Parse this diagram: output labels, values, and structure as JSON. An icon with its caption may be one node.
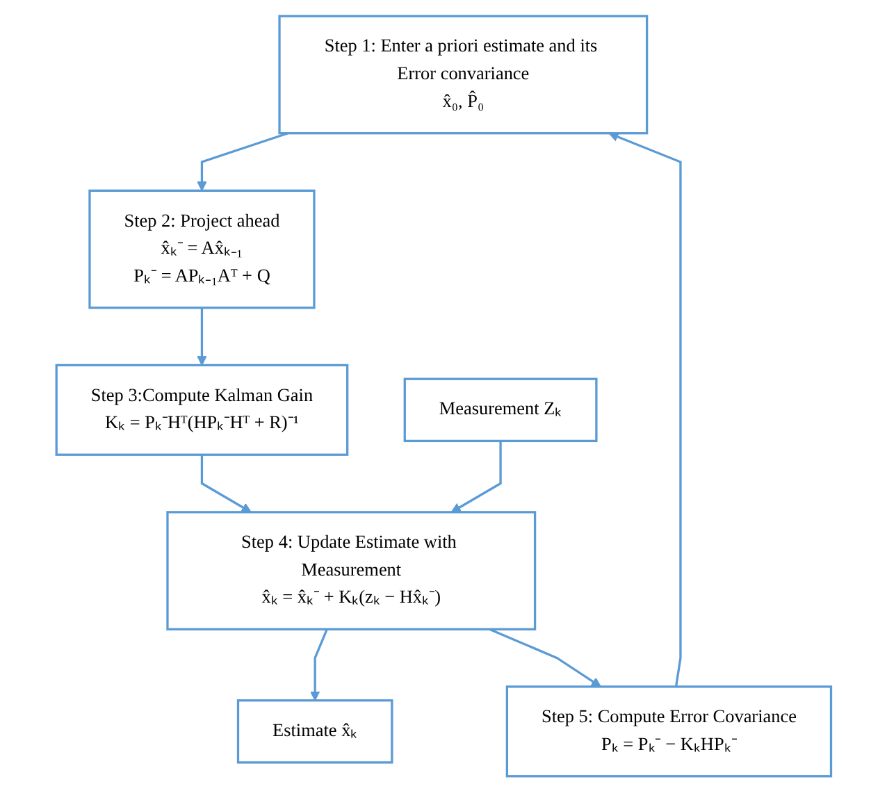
{
  "diagram": {
    "nodes": [
      {
        "text": [
          "Step 1: Enter a priori estimate and its Error convariance",
          "x̂₀, P̂₀"
        ]
      },
      {
        "text": [
          "Step 2: Project ahead",
          "x̂ₖ⁻ = Ax̂ₖ₋₁",
          "Pₖ⁻ = APₖ₋₁Aᵀ + Q"
        ]
      },
      {
        "text": [
          "Step 3:Compute Kalman Gain",
          "Kₖ = Pₖ⁻Hᵀ(HPₖ⁻Hᵀ + R)⁻¹"
        ]
      },
      {
        "text": [
          "Measurement Zₖ"
        ]
      },
      {
        "text": [
          "Step 4: Update Estimate with Measurement",
          "x̂ₖ = x̂ₖ⁻ + Kₖ(zₖ − Hx̂ₖ⁻)"
        ]
      },
      {
        "text": [
          "Estimate x̂ₖ"
        ]
      },
      {
        "text": [
          "Step 5: Compute Error Covariance",
          "Pₖ = Pₖ⁻ − KₖHPₖ⁻"
        ]
      }
    ],
    "edges": [
      {
        "from": 0,
        "to": 1,
        "arrow": "to"
      },
      {
        "from": 1,
        "to": 2,
        "arrow": "to"
      },
      {
        "from": 2,
        "to": 4,
        "arrow": "to"
      },
      {
        "from": 3,
        "to": 4,
        "arrow": "to"
      },
      {
        "from": 4,
        "to": 5,
        "arrow": "to"
      },
      {
        "from": 4,
        "to": 6,
        "arrow": "to"
      },
      {
        "from": 6,
        "to": 0,
        "arrow": "to"
      }
    ]
  }
}
